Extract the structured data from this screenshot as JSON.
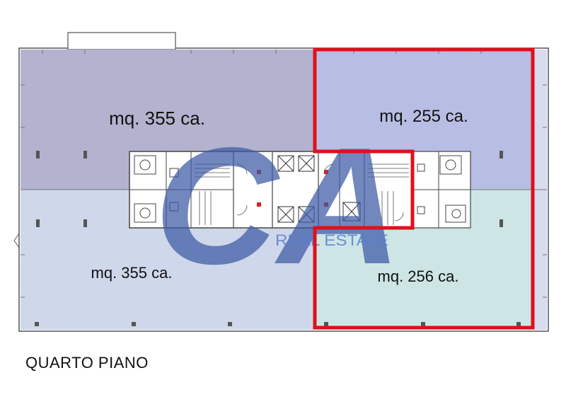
{
  "plan": {
    "caption": "QUARTO PIANO",
    "areas": {
      "top_left": "mq. 355 ca.",
      "bottom_left": "mq. 355 ca.",
      "top_right": "mq. 255 ca.",
      "bottom_right": "mq. 256 ca."
    },
    "watermark": {
      "logo_text": "CA",
      "tagline": "REAL ESTATE"
    },
    "colors": {
      "top_left_fill": "#b3b2cf",
      "bottom_left_fill": "#cfd7ea",
      "top_right_fill": "#b8bde3",
      "bottom_right_fill": "#cde6e5",
      "highlight_outline": "#e0101c",
      "watermark": "#3c5aa4"
    }
  }
}
